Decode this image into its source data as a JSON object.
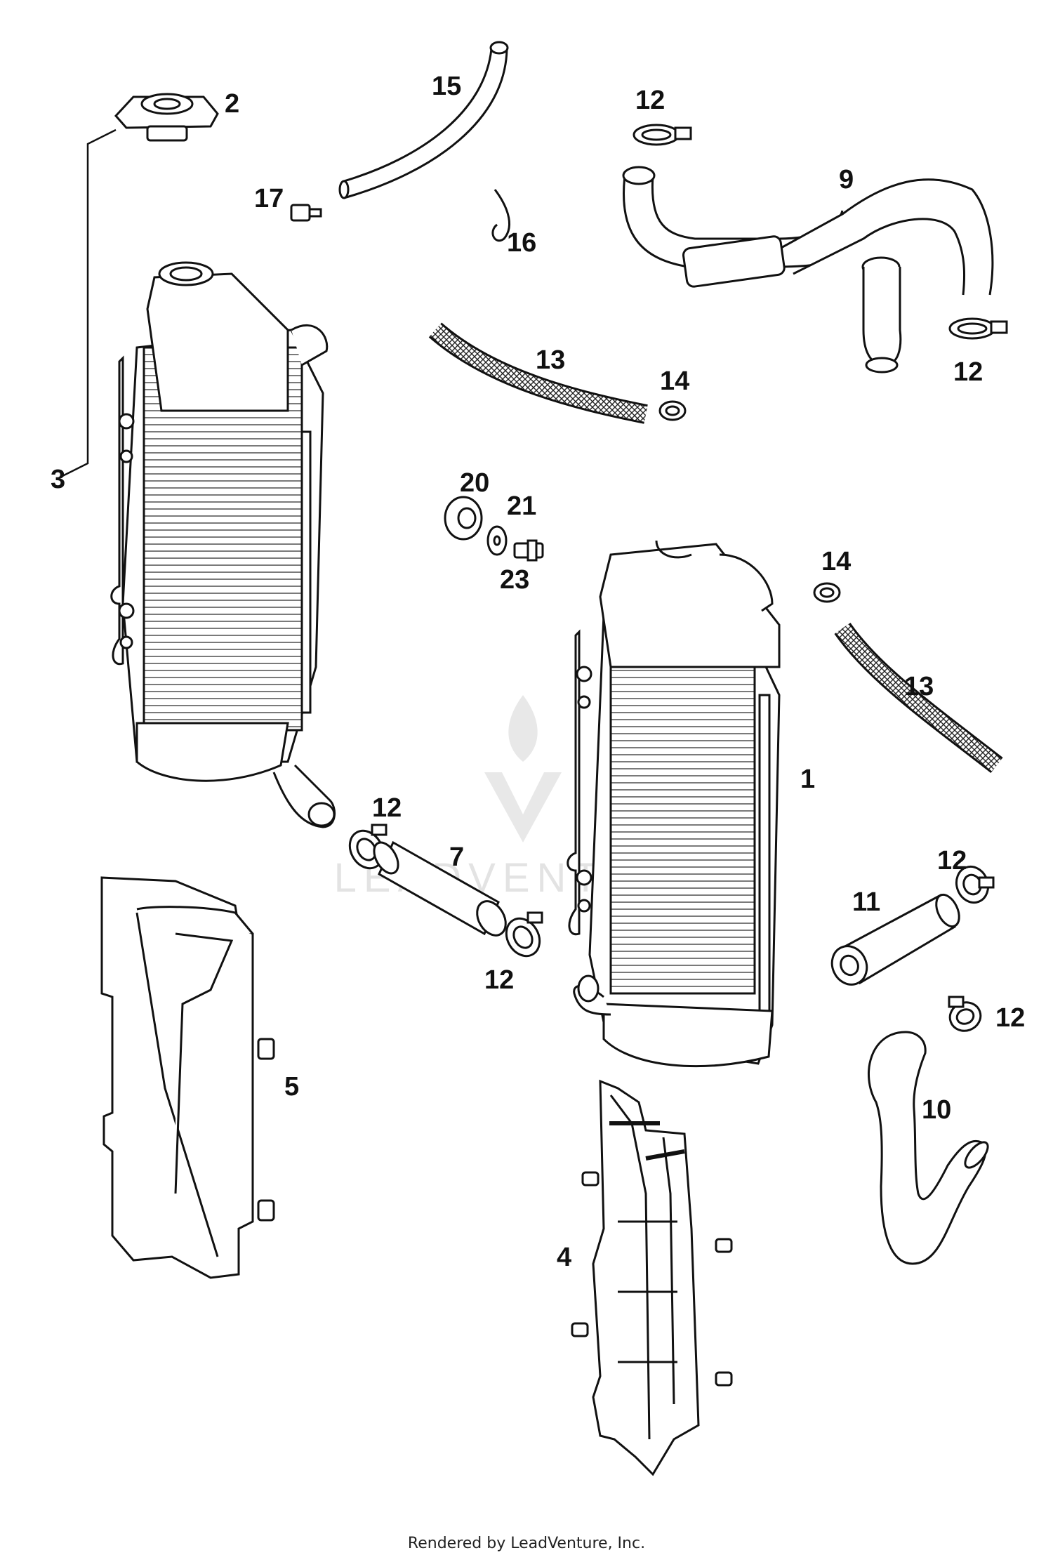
{
  "callouts": {
    "c1": "1",
    "c2": "2",
    "c3": "3",
    "c4": "4",
    "c5": "5",
    "c7": "7",
    "c9": "9",
    "c10": "10",
    "c11": "11",
    "c12a": "12",
    "c12b": "12",
    "c12c": "12",
    "c12d": "12",
    "c12e": "12",
    "c12f": "12",
    "c13a": "13",
    "c13b": "13",
    "c14a": "14",
    "c14b": "14",
    "c15": "15",
    "c16": "16",
    "c17": "17",
    "c20": "20",
    "c21": "21",
    "c23": "23"
  },
  "watermark": {
    "text": "LEADVENTURE"
  },
  "footer": {
    "text": "Rendered by LeadVenture, Inc."
  }
}
